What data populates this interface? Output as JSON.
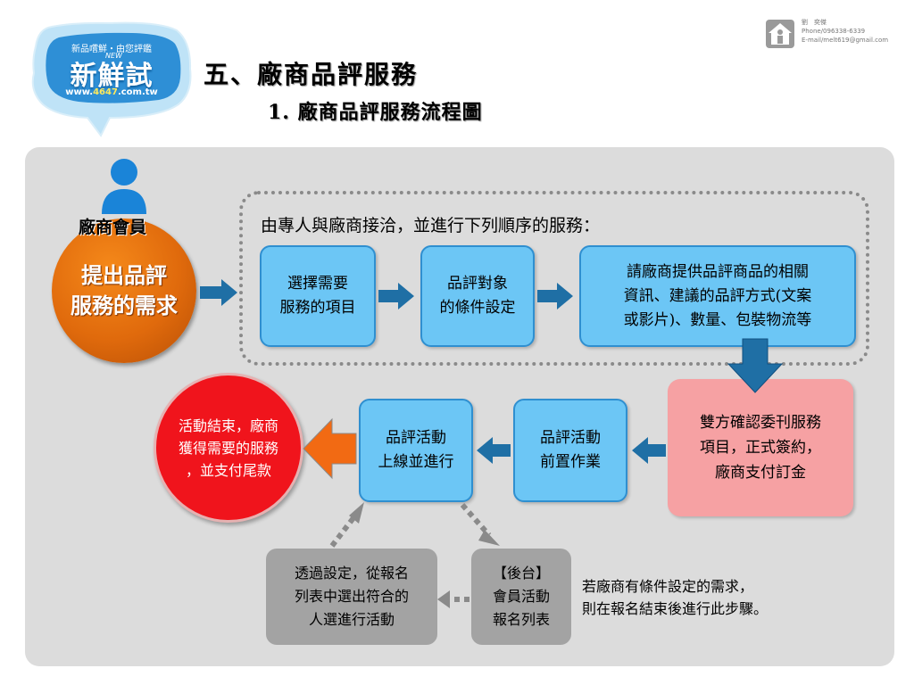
{
  "header": {
    "title": "五、廠商品評服務",
    "subtitle": "1. 廠商品評服務流程圖"
  },
  "logo": {
    "tagline": "新品嚐鮮・由您評鑑",
    "new_tag": "NEW",
    "name": "新鮮試",
    "url_prefix": "www.",
    "url_highlight": "4647",
    "url_suffix": ".com.tw"
  },
  "contact": {
    "name": "劉　奕傑",
    "phone": "Phone/096338-6339",
    "email": "E-mail/melt619@gmail.com"
  },
  "diagram": {
    "member_label": "廠商會員",
    "member_request": "提出品評\n服務的需求",
    "service_caption": "由專人與廠商接洽，並進行下列順序的服務：",
    "step_select_items": "選擇需要\n服務的項目",
    "step_conditions": "品評對象\n的條件設定",
    "step_provide_info": "請廠商提供品評商品的相關\n資訊、建議的品評方式(文案\n或影片)、數量、包裝物流等",
    "step_confirm": "雙方確認委刊服務\n項目，正式簽約，\n廠商支付訂金",
    "step_prep": "品評活動\n前置作業",
    "step_launch": "品評活動\n上線並進行",
    "step_end": "活動結束，廠商\n獲得需要的服務\n，並支付尾款",
    "step_backend": "【後台】\n會員活動\n報名列表",
    "step_filter": "透過設定，從報名\n列表中選出符合的\n人選進行活動",
    "note": "若廠商有條件設定的需求，\n則在報名結束後進行此步驟。"
  },
  "colors": {
    "panel": "#dcdcdc",
    "blue_box": "#6cc6f5",
    "arrow_blue": "#1f6fa5",
    "orange": "#e06a0c",
    "red": "#f0141c",
    "pink": "#f6a1a3",
    "gray_box": "#a3a3a3"
  },
  "icons": [
    "person-icon",
    "house-person-icon"
  ]
}
